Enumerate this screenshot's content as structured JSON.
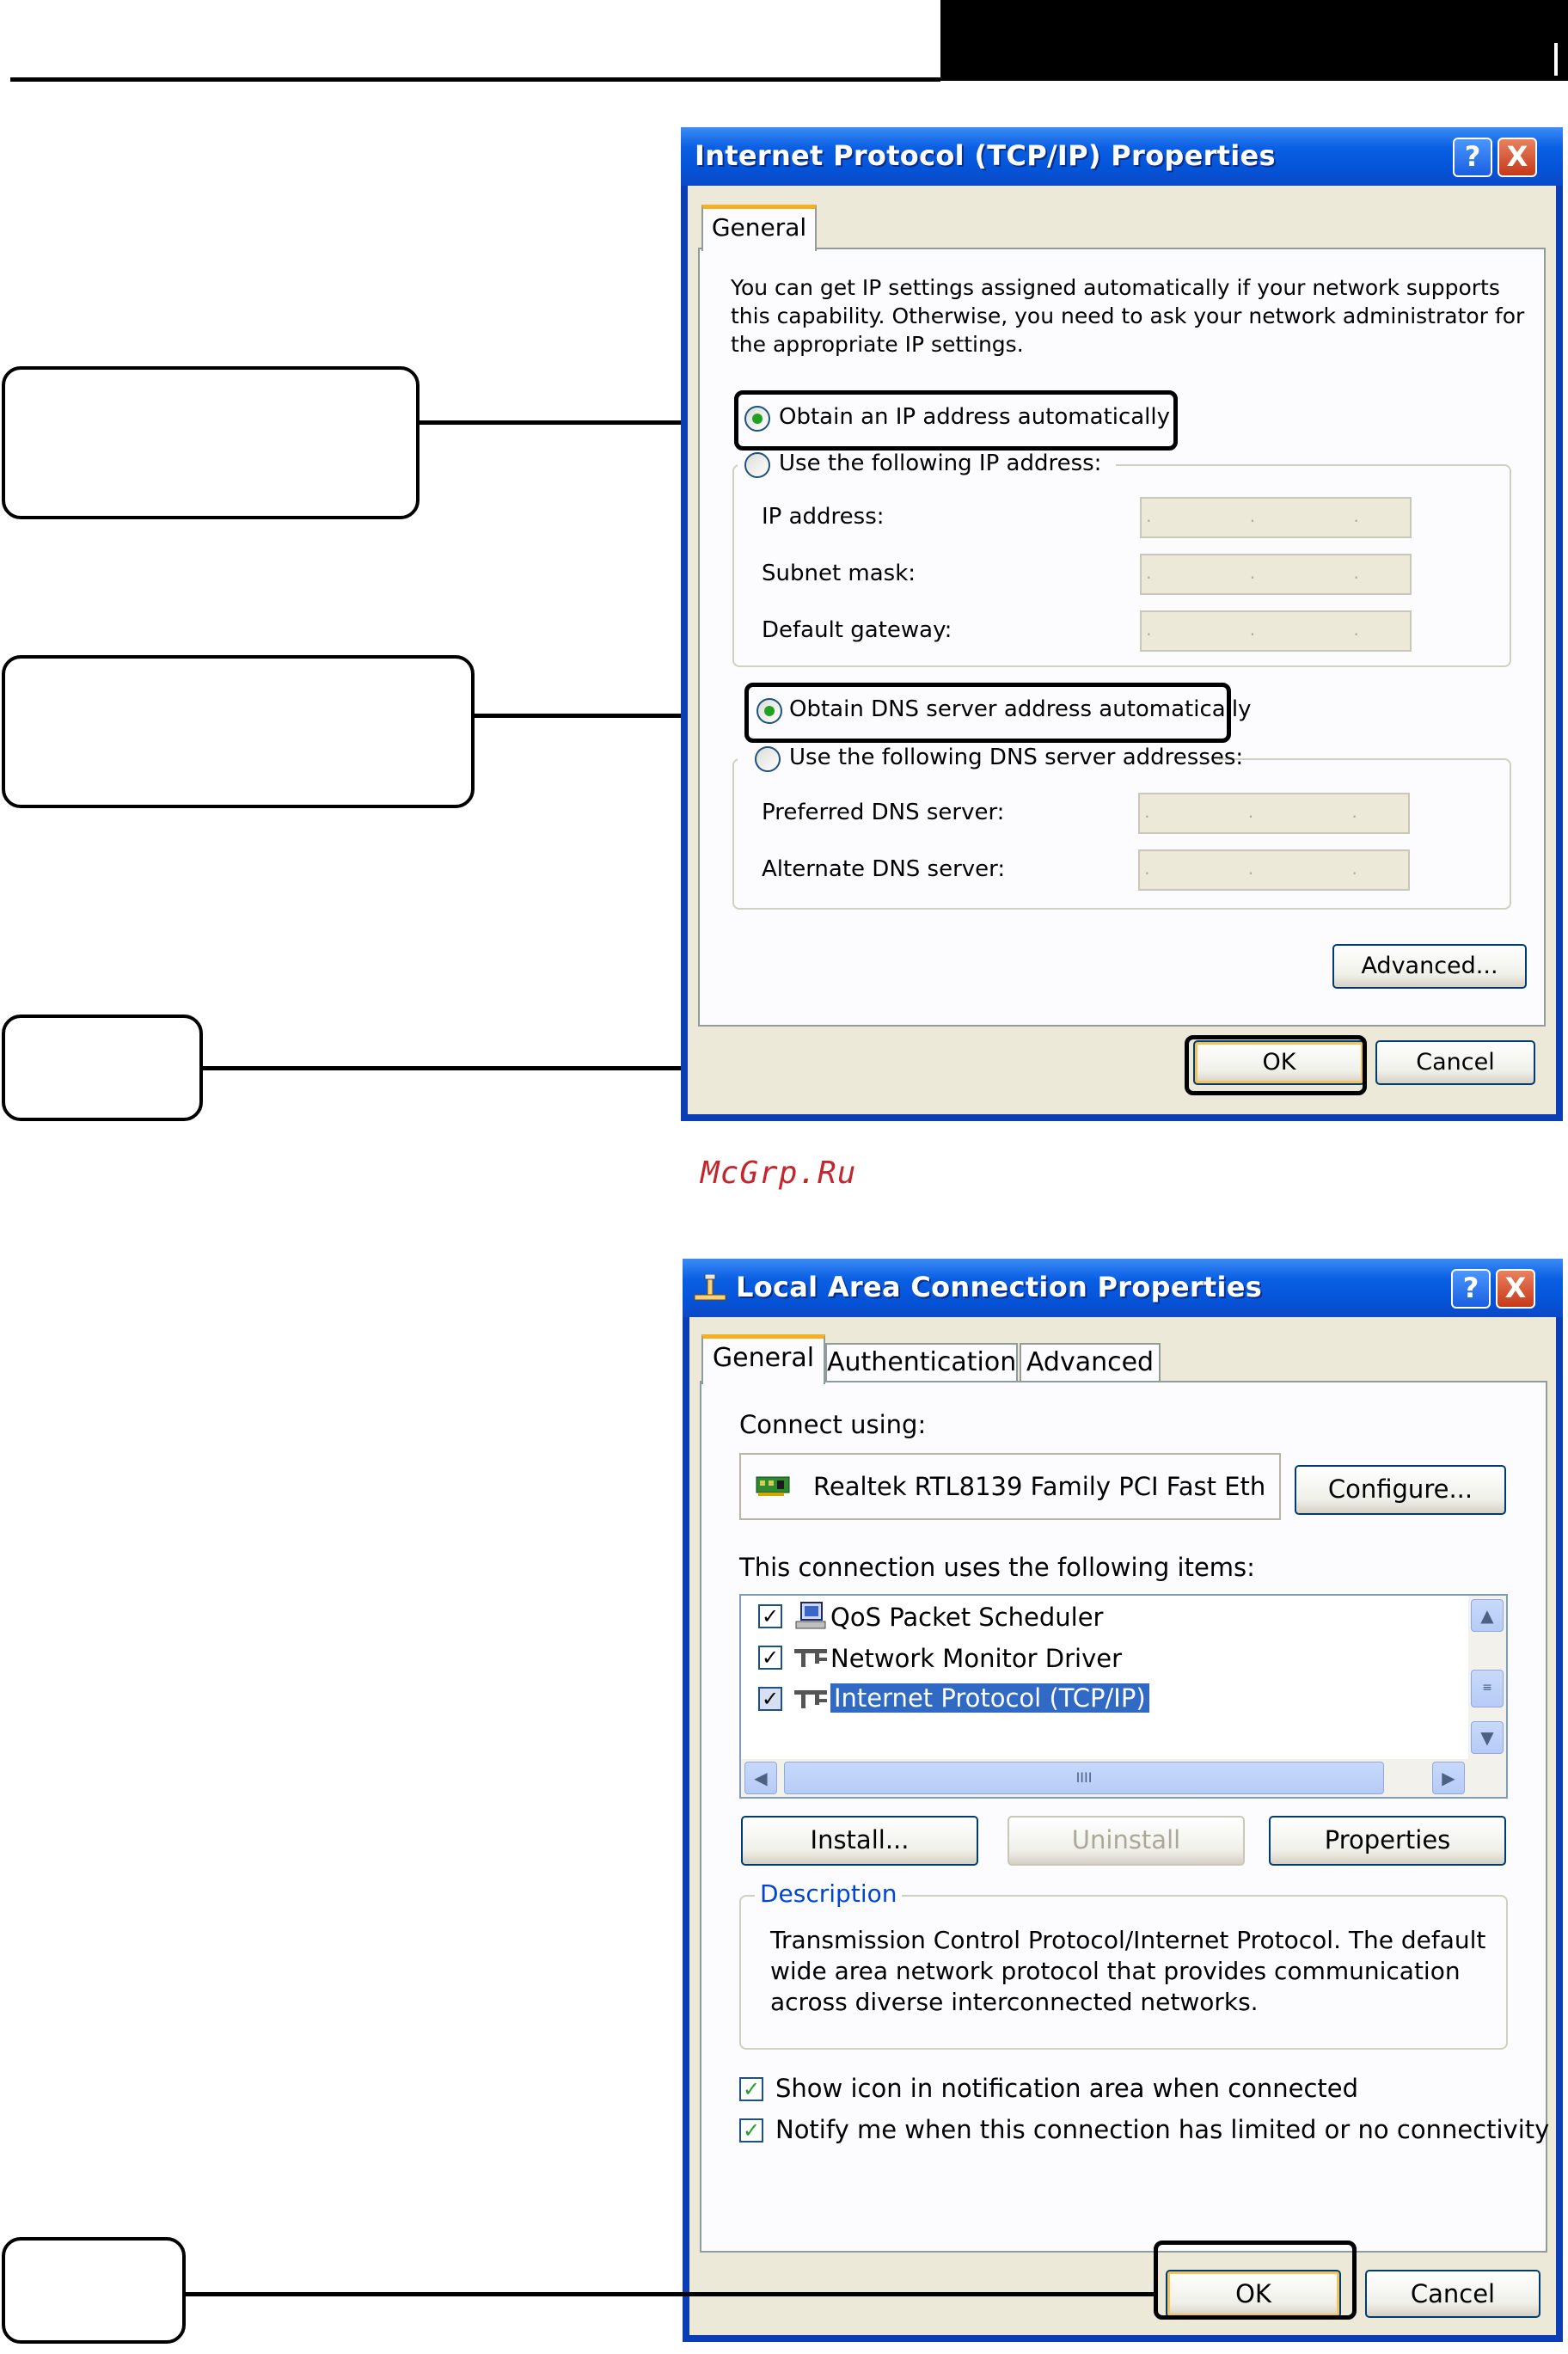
{
  "watermark": "McGrp.Ru",
  "tcpip_dialog": {
    "title": "Internet Protocol (TCP/IP) Properties",
    "help_button": "?",
    "close_button": "X",
    "tabs": [
      {
        "label": "General",
        "active": true
      }
    ],
    "description": [
      "You can get IP settings assigned automatically if your network supports",
      "this capability. Otherwise, you need to ask your network administrator for",
      "the appropriate IP settings."
    ],
    "radio_auto_ip": {
      "label": "Obtain an IP address automatically",
      "selected": true
    },
    "radio_manual_ip": {
      "label": "Use the following IP address:",
      "selected": false
    },
    "ip_fields": [
      {
        "label": "IP address:",
        "value": ". . ."
      },
      {
        "label": "Subnet mask:",
        "value": ". . ."
      },
      {
        "label": "Default gateway:",
        "value": ". . ."
      }
    ],
    "radio_auto_dns": {
      "label": "Obtain DNS server address automatically",
      "selected": true
    },
    "radio_manual_dns": {
      "label": "Use the following DNS server addresses:",
      "selected": false
    },
    "dns_fields": [
      {
        "label": "Preferred DNS server:",
        "value": ". . ."
      },
      {
        "label": "Alternate DNS server:",
        "value": ". . ."
      }
    ],
    "advanced_button": "Advanced...",
    "ok_button": "OK",
    "cancel_button": "Cancel"
  },
  "lan_dialog": {
    "title": "Local Area Connection Properties",
    "help_button": "?",
    "close_button": "X",
    "tabs": [
      {
        "label": "General",
        "active": true
      },
      {
        "label": "Authentication",
        "active": false
      },
      {
        "label": "Advanced",
        "active": false
      }
    ],
    "connect_using_label": "Connect using:",
    "adapter_name": "Realtek RTL8139 Family PCI Fast Eth",
    "configure_button": "Configure...",
    "items_label": "This connection uses the following items:",
    "items": [
      {
        "label": "QoS Packet Scheduler",
        "checked": true,
        "icon": "qos-scheduler-icon"
      },
      {
        "label": "Network Monitor Driver",
        "checked": true,
        "icon": "network-protocol-icon"
      },
      {
        "label": "Internet Protocol (TCP/IP)",
        "checked": true,
        "icon": "network-protocol-icon",
        "selected": true
      }
    ],
    "scroll_grip": "IIII",
    "install_button": "Install...",
    "uninstall_button": "Uninstall",
    "properties_button": "Properties",
    "description_group_label": "Description",
    "description_lines": [
      "Transmission Control Protocol/Internet Protocol. The default",
      "wide area network protocol that provides communication",
      "across diverse interconnected networks."
    ],
    "show_icon_checkbox": {
      "label": "Show icon in notification area when connected",
      "checked": true
    },
    "notify_checkbox": {
      "label": "Notify me when this connection has limited or no connectivity",
      "checked": true
    },
    "ok_button": "OK",
    "cancel_button": "Cancel"
  },
  "colors": {
    "title_bar": "#0454d8",
    "dialog_face": "#ece9d8",
    "tab_highlight": "#f4b020",
    "selection": "#316ac5",
    "watermark": "#c1272d"
  }
}
